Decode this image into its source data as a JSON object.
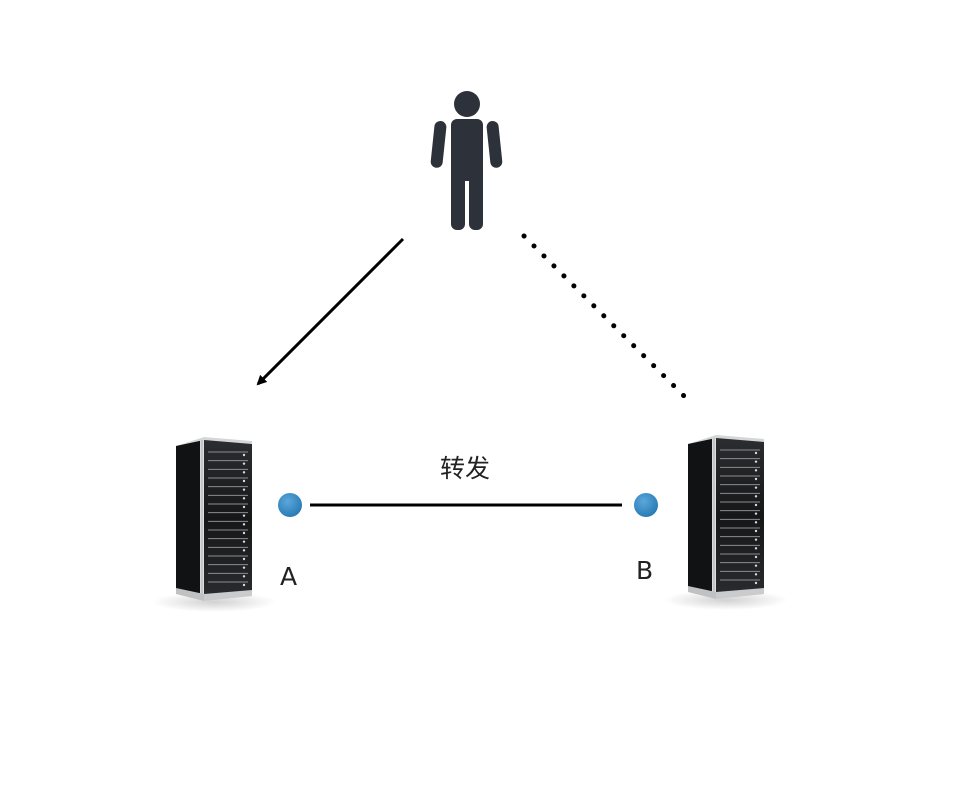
{
  "nodes": {
    "user": {
      "icon": "person-icon"
    },
    "server_a": {
      "icon": "server-rack-icon",
      "label": "A"
    },
    "server_b": {
      "icon": "server-rack-icon",
      "label": "B"
    }
  },
  "edges": {
    "forward": {
      "label": "转发"
    }
  },
  "colors": {
    "person": "#2d3139",
    "endpoint": "#2e86c1",
    "line": "#000000",
    "rack_body": "#1c1c1e",
    "rack_frame": "#c9cbcd"
  }
}
